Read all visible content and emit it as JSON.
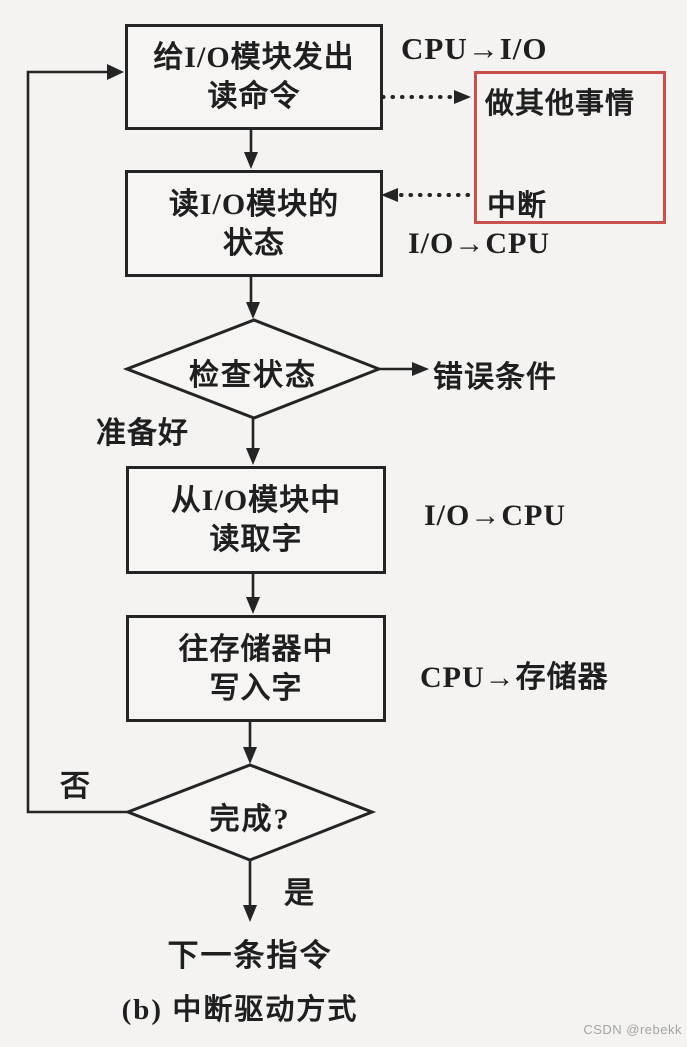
{
  "figure": {
    "caption": "(b) 中断驱动方式",
    "watermark": "CSDN @rebekk"
  },
  "colors": {
    "line": "#242424",
    "text": "#1f1f1f",
    "red_box_border": "#c9504c",
    "background": "#f4f3f1",
    "watermark": "#a3a3a3"
  },
  "nodes": {
    "issue_read_command": {
      "line1": "给I/O模块发出",
      "line2": "读命令"
    },
    "read_module_status": {
      "line1": "读I/O模块的",
      "line2": "状态"
    },
    "check_status": {
      "label": "检查状态"
    },
    "read_word": {
      "line1": "从I/O模块中",
      "line2": "读取字"
    },
    "write_word": {
      "line1": "往存储器中",
      "line2": "写入字"
    },
    "done": {
      "label": "完成?"
    },
    "next_instruction": {
      "label": "下一条指令"
    },
    "do_other_things": {
      "label": "做其他事情"
    },
    "interrupt": {
      "label": "中断"
    }
  },
  "edge_labels": {
    "cpu_to_io": "CPU→I/O",
    "io_to_cpu_top": "I/O→CPU",
    "error_condition": "错误条件",
    "ready": "准备好",
    "io_to_cpu_mid": "I/O→CPU",
    "cpu_to_memory": "CPU→存储器",
    "no": "否",
    "yes": "是"
  }
}
